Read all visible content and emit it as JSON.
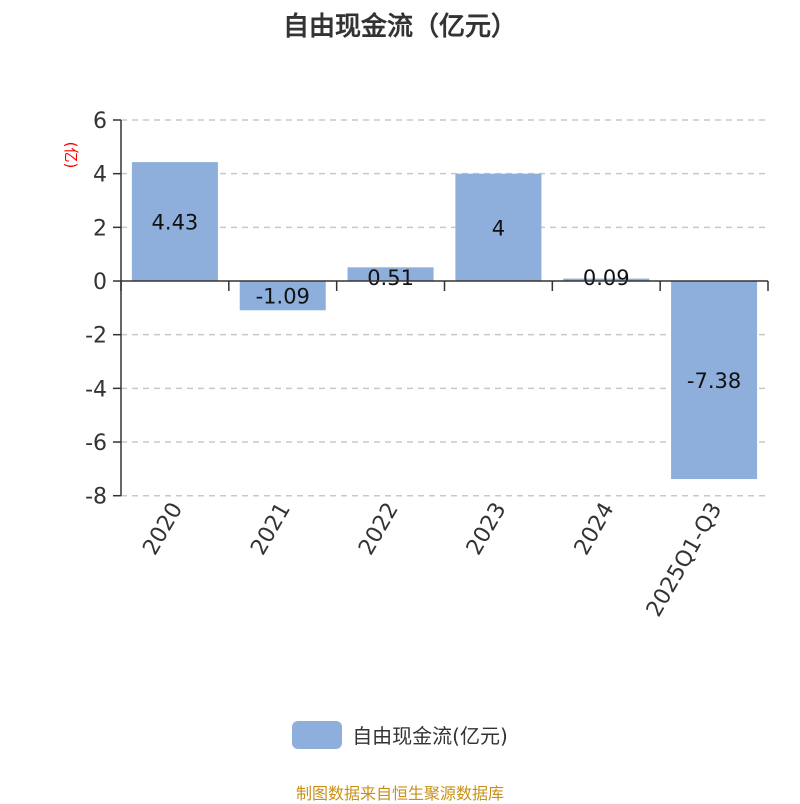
{
  "chart_data": {
    "type": "bar",
    "title": "自由现金流（亿元）",
    "ylabel": "(亿)",
    "xlabel": "",
    "categories": [
      "2020",
      "2021",
      "2022",
      "2023",
      "2024",
      "2025Q1-Q3"
    ],
    "values": [
      4.43,
      -1.09,
      0.51,
      4,
      0.09,
      -7.38
    ],
    "data_labels": [
      "4.43",
      "-1.09",
      "0.51",
      "4",
      "0.09",
      "-7.38"
    ],
    "ylim": [
      -8,
      6
    ],
    "yticks": [
      6,
      4,
      2,
      0,
      -2,
      -4,
      -6,
      -8
    ],
    "grid": true,
    "legend": {
      "position": "bottom",
      "entries": [
        "自由现金流(亿元)"
      ]
    },
    "colors": {
      "bar": "#8eaedb",
      "ylabel": "#ff0000"
    }
  },
  "footer": "制图数据来自恒生聚源数据库"
}
